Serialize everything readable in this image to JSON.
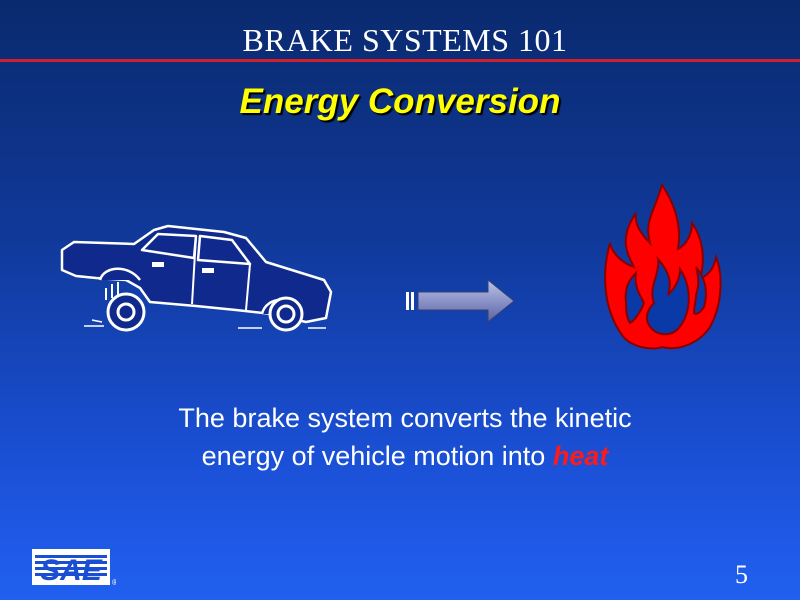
{
  "slide": {
    "title": "BRAKE SYSTEMS 101",
    "subtitle": "Energy Conversion",
    "body_line1": "The brake system converts the kinetic",
    "body_line2_prefix": "energy of vehicle motion into ",
    "body_highlight": "heat",
    "page_number": "5"
  },
  "logo": {
    "text": "SAE",
    "mark": "®"
  },
  "icons": [
    "car-illustration",
    "arrow-right-icon",
    "flame-icon",
    "sae-logo"
  ],
  "colors": {
    "title_rule": "#d0202a",
    "subtitle": "#ffff00",
    "highlight": "#ff1a1a",
    "car_fill": "#0f2a8c",
    "flame": "#ff0000"
  }
}
